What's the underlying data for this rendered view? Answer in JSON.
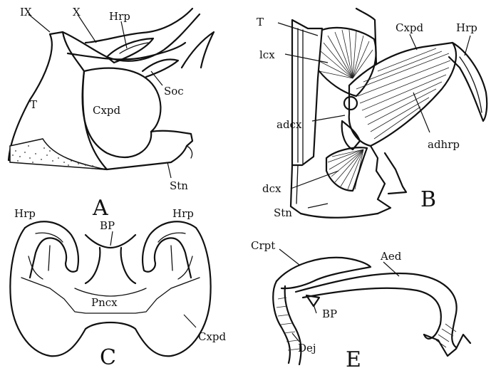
{
  "panels": [
    {
      "id": "A",
      "letter": "A",
      "labels": {
        "ix": "IX",
        "x": "X",
        "hrp": "Hrp",
        "t": "T",
        "cxpd": "Cxpd",
        "soc": "Soc",
        "stn": "Stn"
      }
    },
    {
      "id": "B",
      "letter": "B",
      "labels": {
        "t": "T",
        "lcx": "lcx",
        "adcx": "adcx",
        "dcx": "dcx",
        "stn": "Stn",
        "cxpd": "Cxpd",
        "hrp": "Hrp",
        "adhrp": "adhrp"
      }
    },
    {
      "id": "C",
      "letter": "C",
      "labels": {
        "hrp_left": "Hrp",
        "bp": "BP",
        "hrp_right": "Hrp",
        "pncx": "Pncx",
        "cxpd": "Cxpd"
      }
    },
    {
      "id": "E",
      "letter": "E",
      "labels": {
        "crpt": "Crpt",
        "aed": "Aed",
        "bp": "BP",
        "dej": "Dej"
      }
    }
  ]
}
